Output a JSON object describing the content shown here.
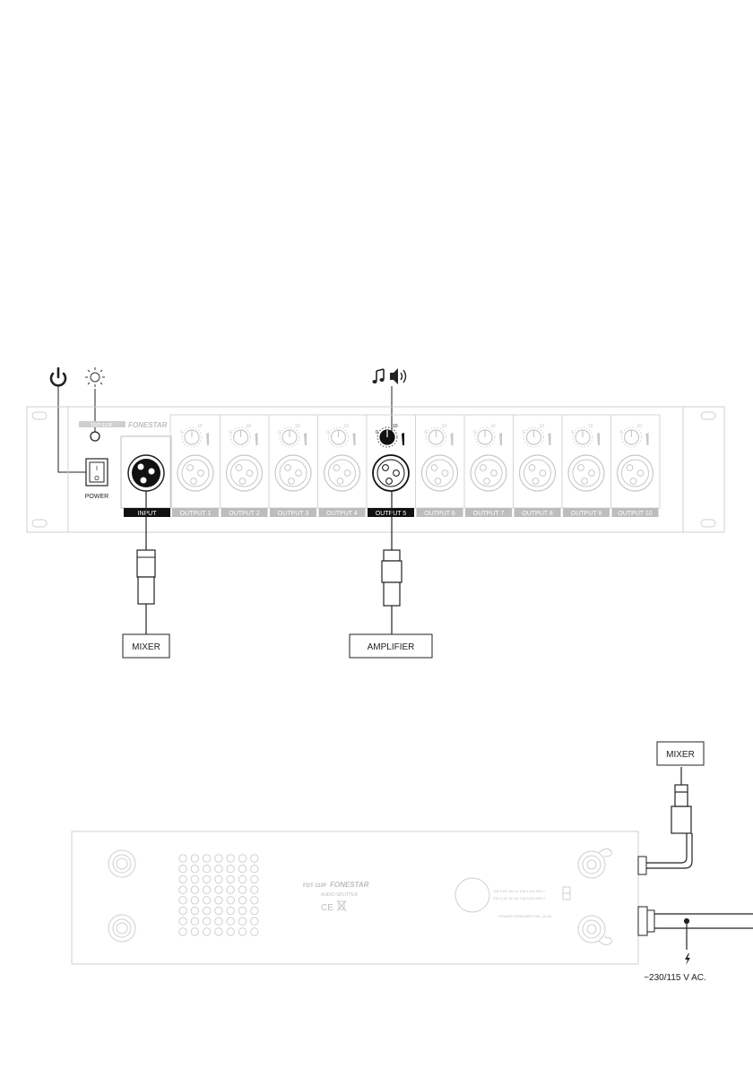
{
  "front_panel": {
    "brand": "FONESTAR",
    "model_badge": "FDT-110F",
    "power_label": "POWER",
    "power_switch_on": "I",
    "power_switch_off": "O",
    "input_label": "INPUT",
    "outputs": [
      "OUTPUT 1",
      "OUTPUT 2",
      "OUTPUT 3",
      "OUTPUT 4",
      "OUTPUT 5",
      "OUTPUT 6",
      "OUTPUT 7",
      "OUTPUT 8",
      "OUTPUT 9",
      "OUTPUT 10"
    ],
    "highlighted_output_index": 4,
    "knob_min": "0",
    "knob_max": "10",
    "icons": [
      "power-icon",
      "led-light-icon",
      "music-note-icon",
      "speaker-volume-icon"
    ]
  },
  "connections": {
    "input_device": "MIXER",
    "output_device": "AMPLIFIER"
  },
  "rear_panel": {
    "model": "FDT-110F",
    "brand": "FONESTAR",
    "product": "AUDIO SPLITTER",
    "marks": "CE",
    "voltage_line_1": "115 V AC  60 Hz  T0A 1.6 A 250 V",
    "voltage_line_2": "230 V AC  50 Hz  T0A 0.8 A 250 V",
    "power_consumption": "POWER CONSUMPTION: 14 VA",
    "input_device": "MIXER",
    "mains_label": "~230/115 V AC."
  },
  "colors": {
    "line": "#222222",
    "faint": "#c8c8c8",
    "highlight": "#111111",
    "label_bg_active": "#111111",
    "label_bg_inactive": "#bdbdbd"
  }
}
